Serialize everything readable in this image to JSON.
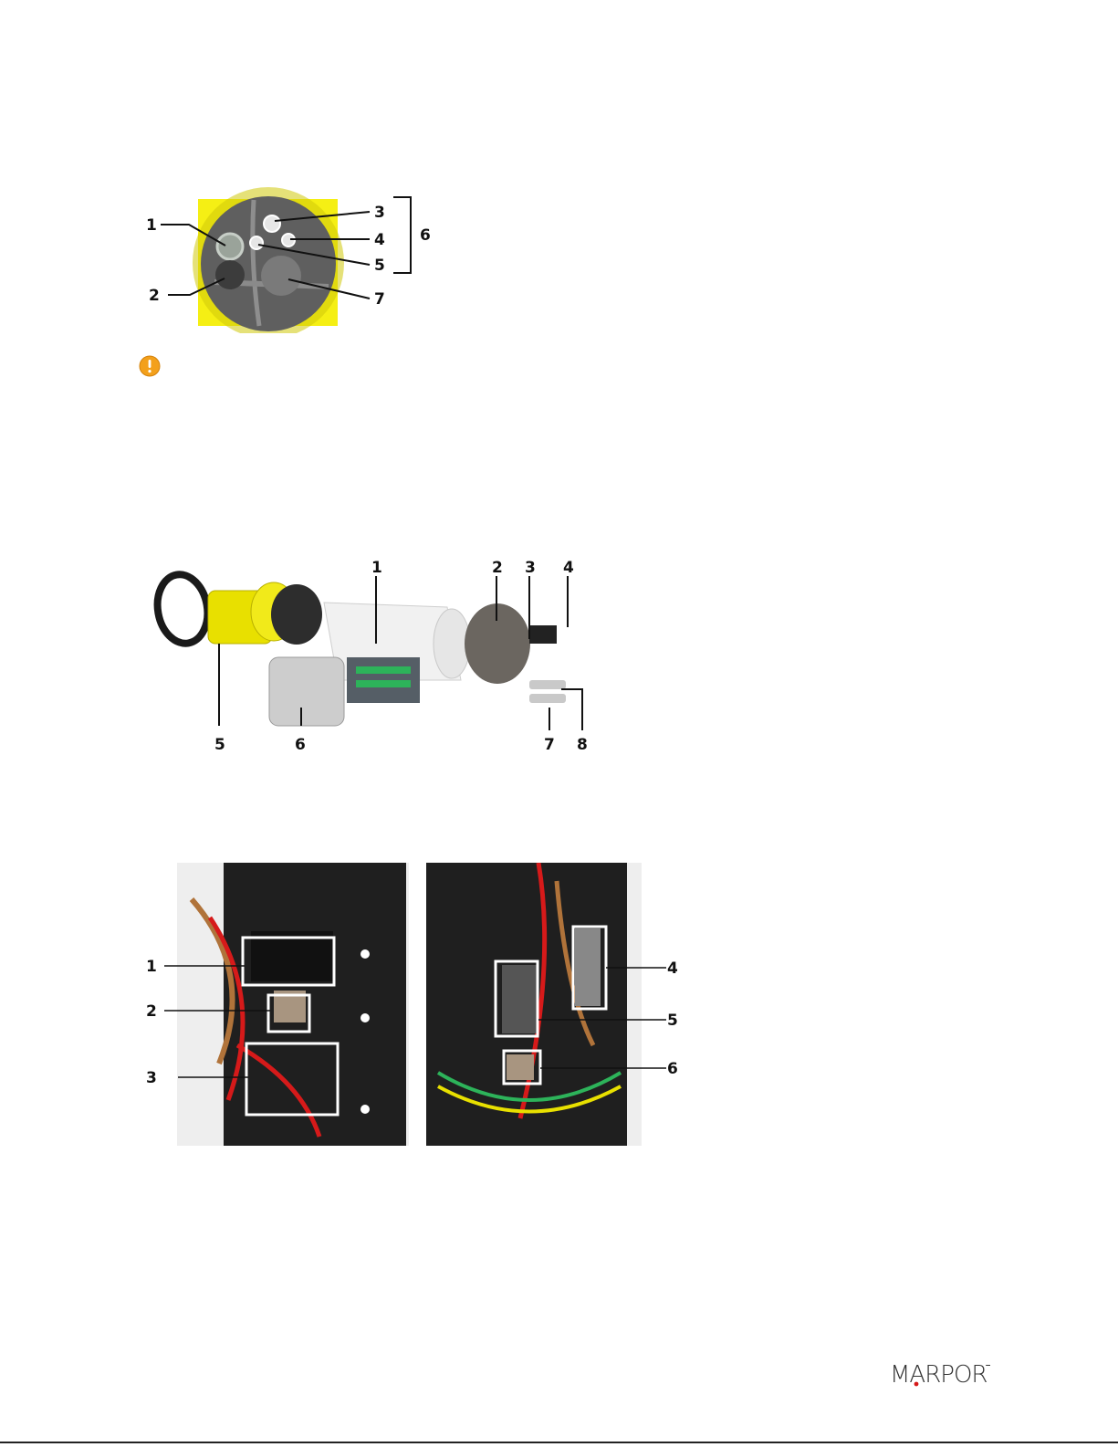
{
  "figure1": {
    "callouts": [
      "1",
      "2",
      "3",
      "4",
      "5",
      "6",
      "7"
    ]
  },
  "figure2": {
    "callouts": [
      "1",
      "2",
      "3",
      "4",
      "5",
      "6",
      "7",
      "8"
    ]
  },
  "figure3": {
    "callouts": [
      "1",
      "2",
      "3",
      "4",
      "5",
      "6"
    ]
  },
  "footer": {
    "logo_text": "MARPORT"
  },
  "colors": {
    "yellow": "#f5ef14",
    "warning": "#f3a01b",
    "accent_red": "#d61a1a"
  },
  "icons": [
    "warning-icon"
  ]
}
